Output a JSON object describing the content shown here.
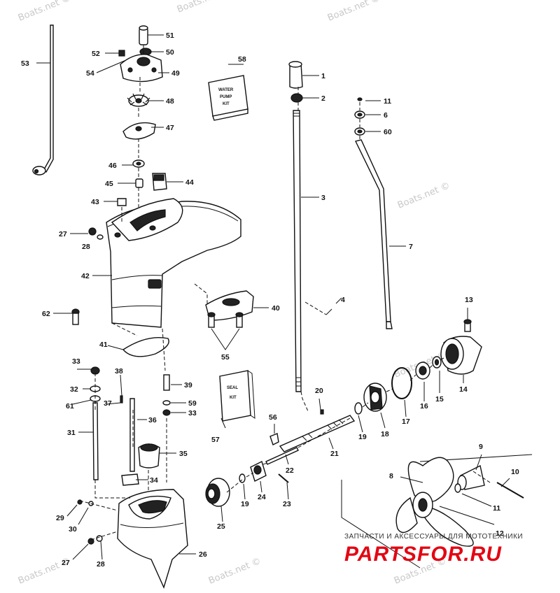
{
  "watermarks": [
    "Boats.net ©",
    "Boats.net ©",
    "Boats.net ©",
    "Boats.net ©",
    "Boats.net ©",
    "Boats.net ©",
    "Boats.net ©",
    "Boats.net ©"
  ],
  "kits": {
    "water_pump_kit": [
      "WATER",
      "PUMP",
      "KIT"
    ],
    "seal_kit": [
      "SEAL",
      "KIT"
    ]
  },
  "banner": {
    "top_text": "ЗАПЧАСТИ И АКСЕССУАРЫ ДЛЯ МОТОТЕХНИКИ",
    "brand_text": "PARTSFOR.RU",
    "brand_color": "#e30613"
  },
  "callouts": {
    "c1": "1",
    "c2": "2",
    "c3": "3",
    "c4": "4",
    "c6": "6",
    "c7": "7",
    "c8": "8",
    "c9": "9",
    "c10": "10",
    "c11a": "11",
    "c11b": "11",
    "c12": "12",
    "c13": "13",
    "c14": "14",
    "c15": "15",
    "c16": "16",
    "c17": "17",
    "c18": "18",
    "c19a": "19",
    "c19b": "19",
    "c20": "20",
    "c21": "21",
    "c22": "22",
    "c23": "23",
    "c24": "24",
    "c25": "25",
    "c26": "26",
    "c27a": "27",
    "c27b": "27",
    "c28a": "28",
    "c28b": "28",
    "c29": "29",
    "c30": "30",
    "c31": "31",
    "c32": "32",
    "c33a": "33",
    "c33b": "33",
    "c34": "34",
    "c35": "35",
    "c36": "36",
    "c37": "37",
    "c38": "38",
    "c39": "39",
    "c40": "40",
    "c41": "41",
    "c42": "42",
    "c43": "43",
    "c44": "44",
    "c45": "45",
    "c46": "46",
    "c47": "47",
    "c48": "48",
    "c49": "49",
    "c50": "50",
    "c51": "51",
    "c52": "52",
    "c53": "53",
    "c54": "54",
    "c55": "55",
    "c56": "56",
    "c57": "57",
    "c58": "58",
    "c59": "59",
    "c60": "60",
    "c61": "61",
    "c62": "62"
  }
}
